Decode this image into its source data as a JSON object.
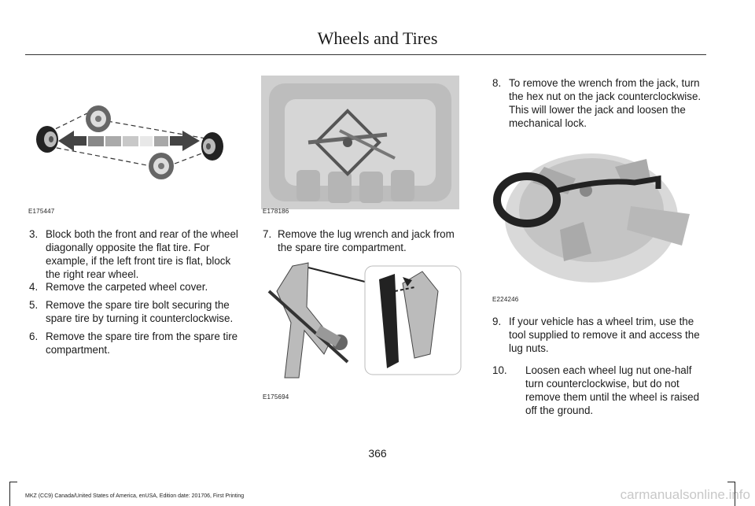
{
  "header": {
    "title": "Wheels and Tires"
  },
  "figures": {
    "fig1": {
      "code": "E175447"
    },
    "fig2": {
      "code": "E178186"
    },
    "fig3": {
      "code": "E175694"
    },
    "fig4": {
      "code": "E224246"
    }
  },
  "steps": [
    {
      "num": "3.",
      "text": "Block both the front and rear of the wheel diagonally opposite the flat tire. For example, if the left front tire is flat, block the right rear wheel."
    },
    {
      "num": "4.",
      "text": "Remove the carpeted wheel cover."
    },
    {
      "num": "5.",
      "text": "Remove the spare tire bolt securing the spare tire by turning it counterclockwise."
    },
    {
      "num": "6.",
      "text": "Remove the spare tire from the spare tire compartment."
    },
    {
      "num": "7.",
      "text": "Remove the lug wrench and jack from the spare tire compartment."
    },
    {
      "num": "8.",
      "text": "To remove the wrench from the jack, turn the hex nut on the jack counterclockwise. This will lower the jack and loosen the mechanical lock."
    },
    {
      "num": "9.",
      "text": "If your vehicle has a wheel trim, use the tool supplied to remove it and access the lug nuts."
    },
    {
      "num": "10.",
      "text": "Loosen each wheel lug nut one-half turn counterclockwise, but do not remove them until the wheel is raised off the ground."
    }
  ],
  "page_number": "366",
  "footer": "MKZ (CC9) Canada/United States of America, enUSA, Edition date: 201706, First Printing",
  "watermark": "carmanualsonline.info"
}
